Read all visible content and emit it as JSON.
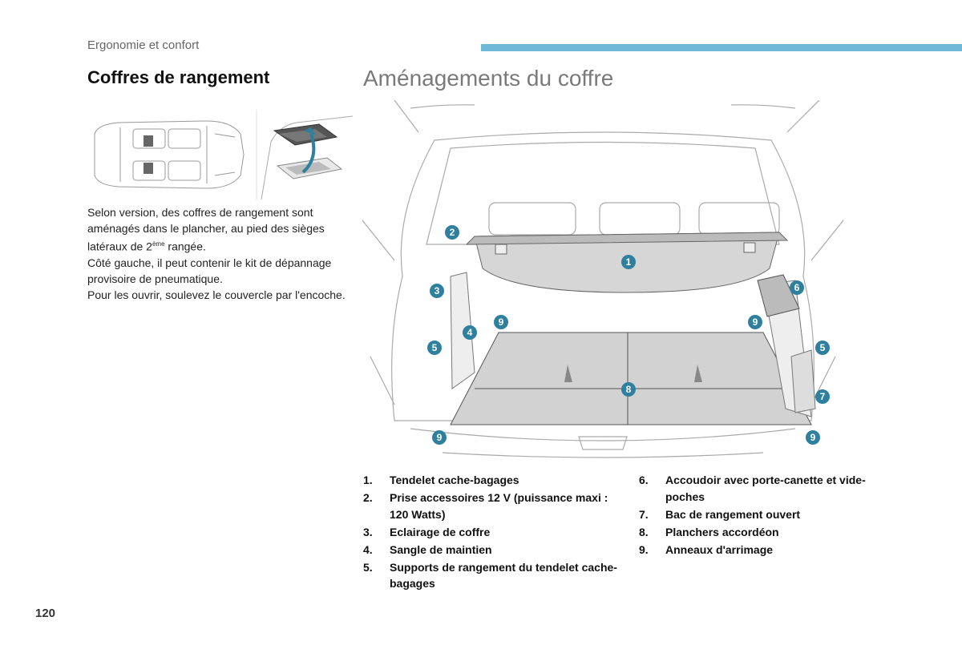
{
  "header": {
    "section": "Ergonomie et confort",
    "accent_color": "#6fb8d8"
  },
  "left": {
    "title": "Coffres de rangement",
    "para_line1": "Selon version, des coffres de rangement sont aménagés dans le plancher, au pied des sièges latéraux de 2",
    "para_sup": "ème",
    "para_line1_end": " rangée.",
    "para_line2": "Côté gauche, il peut contenir le kit de dépannage provisoire de pneumatique.",
    "para_line3": "Pour les ouvrir, soulevez le couvercle par l'encoche."
  },
  "right": {
    "title": "Aménagements du coffre"
  },
  "badges": {
    "b1": "1",
    "b2": "2",
    "b3": "3",
    "b4": "4",
    "b5": "5",
    "b6": "6",
    "b7": "7",
    "b8": "8",
    "b9": "9",
    "color": "#2f7f9e"
  },
  "legend": {
    "col1": [
      {
        "num": "1.",
        "text": "Tendelet cache-bagages"
      },
      {
        "num": "2.",
        "text": "Prise accessoires 12 V (puissance maxi : 120 Watts)"
      },
      {
        "num": "3.",
        "text": "Eclairage de coffre"
      },
      {
        "num": "4.",
        "text": "Sangle de maintien"
      },
      {
        "num": "5.",
        "text": "Supports de rangement du tendelet cache-bagages"
      }
    ],
    "col2": [
      {
        "num": "6.",
        "text": "Accoudoir avec porte-canette et vide-poches"
      },
      {
        "num": "7.",
        "text": "Bac de rangement ouvert"
      },
      {
        "num": "8.",
        "text": "Planchers accordéon"
      },
      {
        "num": "9.",
        "text": "Anneaux d'arrimage"
      }
    ]
  },
  "page_number": "120"
}
